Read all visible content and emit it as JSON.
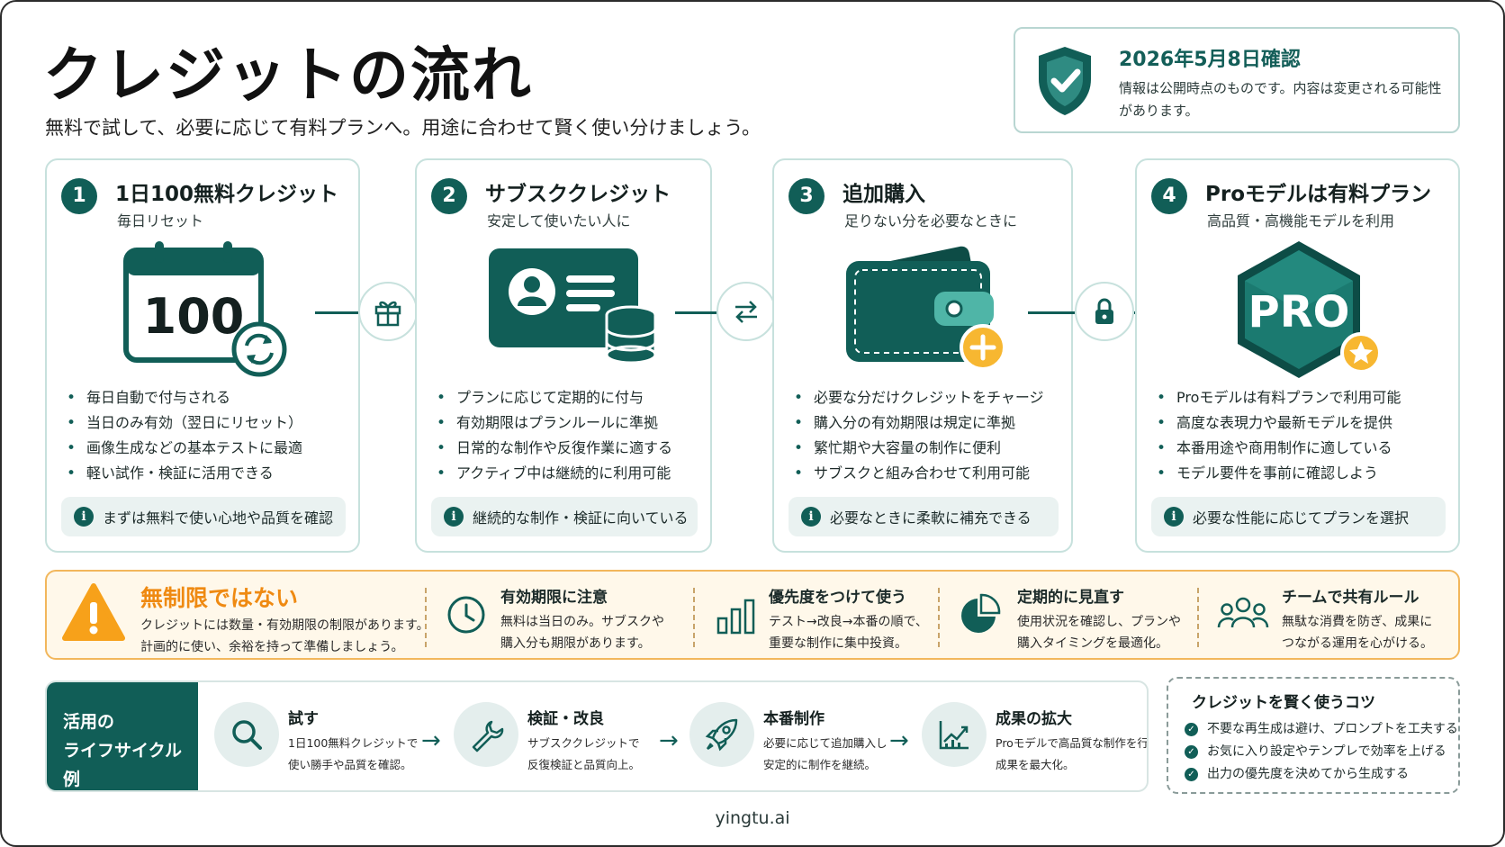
{
  "header": {
    "title": "クレジットの流れ",
    "subtitle": "無料で試して、必要に応じて有料プランへ。用途に合わせて賢く使い分けましょう。"
  },
  "notice": {
    "icon": "shield-check-icon",
    "title": "2026年5月8日確認",
    "text": "情報は公開時点のものです。内容は変更される可能性があります。"
  },
  "steps": [
    {
      "number": "1",
      "title": "1日100無料クレジット",
      "subtitle": "毎日リセット",
      "icon": "calendar-refresh-icon",
      "illus_text": "100",
      "bullets": [
        "毎日自動で付与される",
        "当日のみ有効（翌日にリセット）",
        "画像生成などの基本テストに最適",
        "軽い試作・検証に活用できる"
      ],
      "tip": "まずは無料で使い心地や品質を確認"
    },
    {
      "number": "2",
      "title": "サブスククレジット",
      "subtitle": "安定して使いたい人に",
      "icon": "id-card-coins-icon",
      "bullets": [
        "プランに応じて定期的に付与",
        "有効期限はプランルールに準拠",
        "日常的な制作や反復作業に適する",
        "アクティブ中は継続的に利用可能"
      ],
      "tip": "継続的な制作・検証に向いている"
    },
    {
      "number": "3",
      "title": "追加購入",
      "subtitle": "足りない分を必要なときに",
      "icon": "wallet-plus-icon",
      "bullets": [
        "必要な分だけクレジットをチャージ",
        "購入分の有効期限は規定に準拠",
        "繁忙期や大容量の制作に便利",
        "サブスクと組み合わせて利用可能"
      ],
      "tip": "必要なときに柔軟に補充できる"
    },
    {
      "number": "4",
      "title": "Proモデルは有料プラン",
      "subtitle": "高品質・高機能モデルを利用",
      "icon": "pro-badge-icon",
      "illus_text": "PRO",
      "bullets": [
        "Proモデルは有料プランで利用可能",
        "高度な表現力や最新モデルを提供",
        "本番用途や商用制作に適している",
        "モデル要件を事前に確認しよう"
      ],
      "tip": "必要な性能に応じてプランを選択"
    }
  ],
  "connectors": [
    "gift-icon",
    "swap-arrows-icon",
    "lock-icon"
  ],
  "warning": {
    "icon": "warning-triangle-icon",
    "title": "無制限ではない",
    "text1": "クレジットには数量・有効期限の制限があります。",
    "text2": "計画的に使い、余裕を持って準備しましょう。",
    "items": [
      {
        "icon": "clock-icon",
        "title": "有効期限に注意",
        "line1": "無料は当日のみ。サブスクや",
        "line2": "購入分も期限があります。"
      },
      {
        "icon": "bar-chart-icon",
        "title": "優先度をつけて使う",
        "line1": "テスト→改良→本番の順で、",
        "line2": "重要な制作に集中投資。"
      },
      {
        "icon": "pie-chart-icon",
        "title": "定期的に見直す",
        "line1": "使用状況を確認し、プランや",
        "line2": "購入タイミングを最適化。"
      },
      {
        "icon": "team-icon",
        "title": "チームで共有ルール",
        "line1": "無駄な消費を防ぎ、成果に",
        "line2": "つながる運用を心がける。"
      }
    ]
  },
  "lifecycle": {
    "header1": "活用の",
    "header2": "ライフサイクル例",
    "stages": [
      {
        "icon": "search-icon",
        "title": "試す",
        "line1": "1日100無料クレジットで",
        "line2": "使い勝手や品質を確認。"
      },
      {
        "icon": "wrench-icon",
        "title": "検証・改良",
        "line1": "サブスククレジットで",
        "line2": "反復検証と品質向上。"
      },
      {
        "icon": "rocket-icon",
        "title": "本番制作",
        "line1": "必要に応じて追加購入し",
        "line2": "安定的に制作を継続。"
      },
      {
        "icon": "growth-chart-icon",
        "title": "成果の拡大",
        "line1": "Proモデルで高品質な制作を行い、",
        "line2": "成果を最大化。"
      }
    ]
  },
  "tips": {
    "title": "クレジットを賢く使うコツ",
    "items": [
      "不要な再生成は避け、プロンプトを工夫する",
      "お気に入り設定やテンプレで効率を上げる",
      "出力の優先度を決めてから生成する"
    ]
  },
  "footer": {
    "text": "yingtu.ai"
  },
  "colors": {
    "primary": "#115e57",
    "accent": "#f7b731",
    "warning": "#ef8a12",
    "border": "#c7e1dd"
  }
}
